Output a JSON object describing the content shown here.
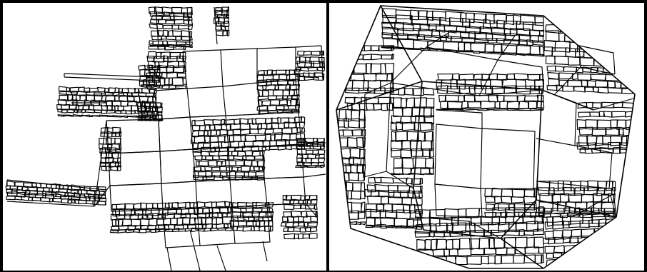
{
  "figure": {
    "background": "#ffffff",
    "line_color": "#000000",
    "panels": [
      {
        "id": "left",
        "depicts": "fractal-slab-network"
      },
      {
        "id": "right",
        "depicts": "fractal-cube"
      }
    ]
  }
}
